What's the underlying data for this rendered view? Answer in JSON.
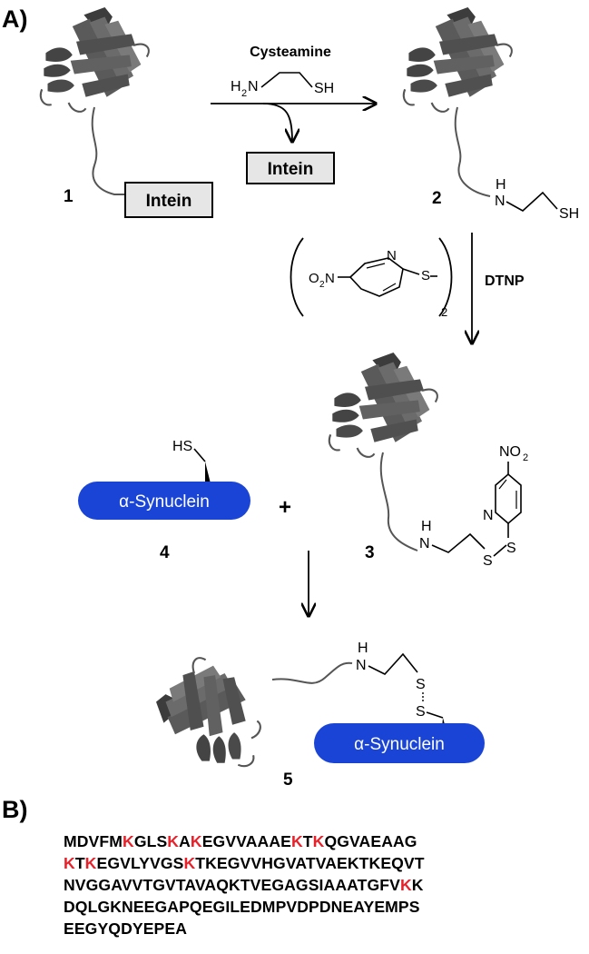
{
  "panels": {
    "a_label": "A)",
    "b_label": "B)"
  },
  "reagents": {
    "cysteamine": "Cysteamine",
    "cysteamine_h2n": "H",
    "cysteamine_h2n_sub": "2",
    "cysteamine_n": "N",
    "cysteamine_sh": "SH",
    "dtnp": "DTNP",
    "dtnp_o2n_o": "O",
    "dtnp_o2n_sub": "2",
    "dtnp_o2n_n": "N",
    "dtnp_ring_n": "N",
    "dtnp_s": "S",
    "dtnp_subscript": "2"
  },
  "boxes": {
    "intein_attached": "Intein",
    "intein_released": "Intein",
    "synuclein_left": "α-Synuclein",
    "synuclein_product": "α-Synuclein"
  },
  "compounds": {
    "c1": "1",
    "c2": "2",
    "c3": "3",
    "c4": "4",
    "c5": "5"
  },
  "atoms": {
    "c2_h": "H",
    "c2_n": "N",
    "c2_sh": "SH",
    "c3_h": "H",
    "c3_n": "N",
    "c3_s1": "S",
    "c3_s2": "S",
    "c3_ring_n": "N",
    "c3_no2": "NO",
    "c3_no2_sub": "2",
    "c4_hs": "HS",
    "c5_h": "H",
    "c5_n": "N",
    "c5_s1": "S",
    "c5_s2": "S"
  },
  "plus": "+",
  "colors": {
    "synuclein_fill": "#1a44d6",
    "intein_fill": "#e6e6e6",
    "protein_gray": "#555555",
    "lysine_red": "#e8202a"
  },
  "sequence": {
    "highlight_residue": "K",
    "lines": [
      [
        {
          "t": "MDVFM",
          "k": false
        },
        {
          "t": "K",
          "k": true
        },
        {
          "t": "GLS",
          "k": false
        },
        {
          "t": "K",
          "k": true
        },
        {
          "t": "A",
          "k": false
        },
        {
          "t": "K",
          "k": true
        },
        {
          "t": "EGVVAAAE",
          "k": false
        },
        {
          "t": "K",
          "k": true
        },
        {
          "t": "T",
          "k": false
        },
        {
          "t": "K",
          "k": true
        },
        {
          "t": "QGVAEAAG",
          "k": false
        }
      ],
      [
        {
          "t": "K",
          "k": true
        },
        {
          "t": "T",
          "k": false
        },
        {
          "t": "K",
          "k": true
        },
        {
          "t": "EGVLYVGS",
          "k": false
        },
        {
          "t": "K",
          "k": true
        },
        {
          "t": "TKEGVVHGVATVAEKTKEQVT",
          "k": false
        }
      ],
      [
        {
          "t": "NVGGAVVTGVTAVAQKTVEGAGSIAAATGFV",
          "k": false
        },
        {
          "t": "K",
          "k": true
        },
        {
          "t": "K",
          "k": false
        }
      ],
      [
        {
          "t": "DQLGKNEEGAPQEGILEDMPVDPDNEAYEMPS",
          "k": false
        }
      ],
      [
        {
          "t": "EEGYQDYEPEA",
          "k": false
        }
      ]
    ]
  }
}
